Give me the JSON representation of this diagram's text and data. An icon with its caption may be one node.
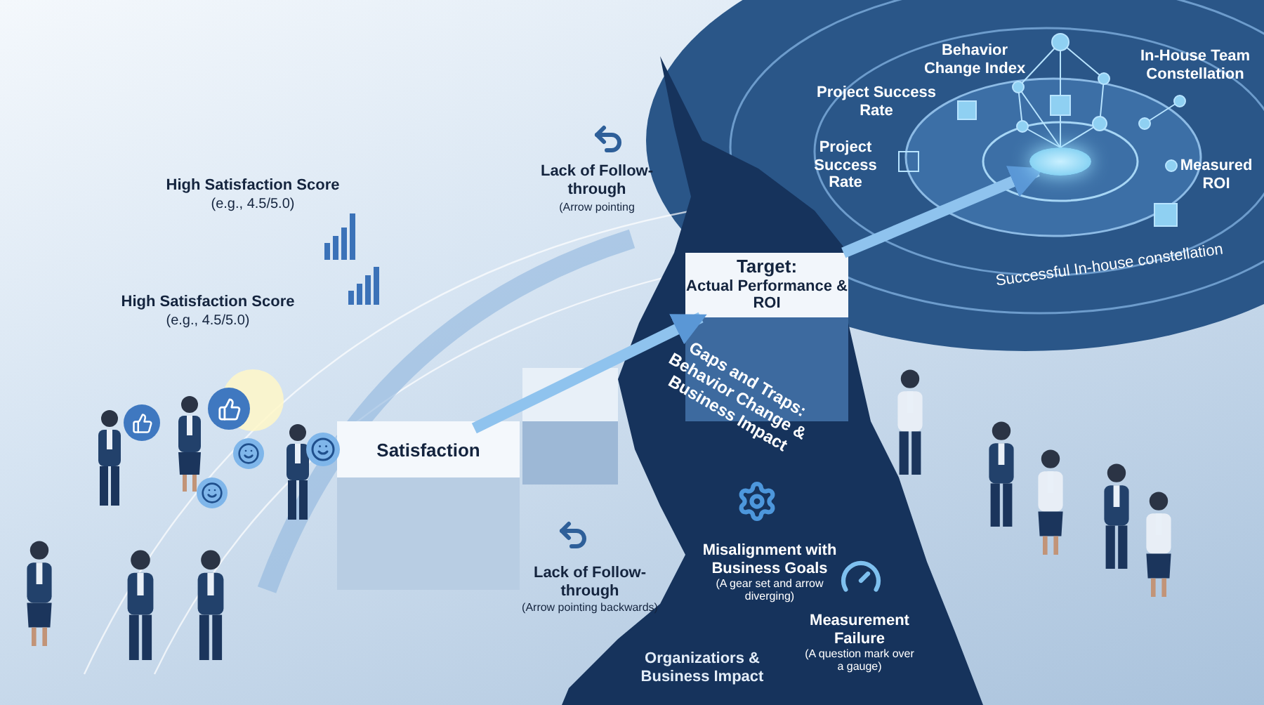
{
  "diagram": {
    "nodes": [
      {
        "text": [
          "Satisfaction"
        ]
      },
      {
        "text": [
          "Target:",
          "Actual Performance & ROI"
        ]
      },
      {
        "text": [],
        "shape": "circle"
      }
    ],
    "edges": [
      {
        "from": 0,
        "to": 1,
        "arrow": "to"
      },
      {
        "from": 1,
        "to": 2,
        "arrow": "to"
      }
    ],
    "labels": [
      "Behavior Change Index",
      "In-House Team Constellation",
      "Project Success Rate",
      "Project Success Rate",
      "Measured ROI",
      "High Satisfaction Score",
      "(e.g., 4.5/5.0)",
      "Lack of Follow-through",
      "(Arrow pointing",
      "Successful In-house constellation",
      "High Satisfaction Score",
      "(e.g., 4.5/5.0)",
      "Gaps and Traps: Behavior Change & Business Impact",
      "Misalignment with Business Goals",
      "(A gear set and arrow diverging)",
      "Lack of Follow-through",
      "(Arrow pointing backwards)",
      "Measurement Failure",
      "(A question mark over a gauge)",
      "Organizatiors & Business Impact"
    ]
  }
}
